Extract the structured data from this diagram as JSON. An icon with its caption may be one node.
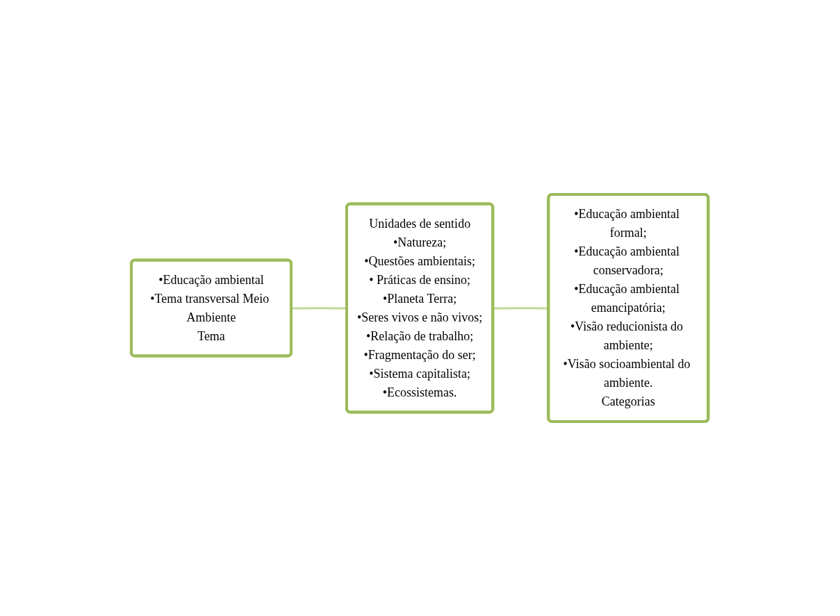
{
  "diagram": {
    "nodes": [
      {
        "text": [
          "•Educação ambiental",
          "•Tema transversal Meio Ambiente",
          "Tema"
        ]
      },
      {
        "text": [
          "Unidades de sentido",
          "•Natureza;",
          "•Questões ambientais;",
          "• Práticas de ensino;",
          "•Planeta Terra;",
          "•Seres vivos e não vivos;",
          "•Relação de trabalho;",
          "•Fragmentação do ser;",
          "•Sistema capitalista;",
          "•Ecossistemas."
        ]
      },
      {
        "text": [
          "•Educação ambiental formal;",
          "•Educação ambiental conservadora;",
          "•Educação ambiental emancipatória;",
          "•Visão reducionista do ambiente;",
          "•Visão socioambiental do ambiente.",
          "Categorias"
        ]
      }
    ],
    "edges": [
      {
        "from": 0,
        "to": 1,
        "arrow": "none"
      },
      {
        "from": 1,
        "to": 2,
        "arrow": "none"
      }
    ]
  }
}
